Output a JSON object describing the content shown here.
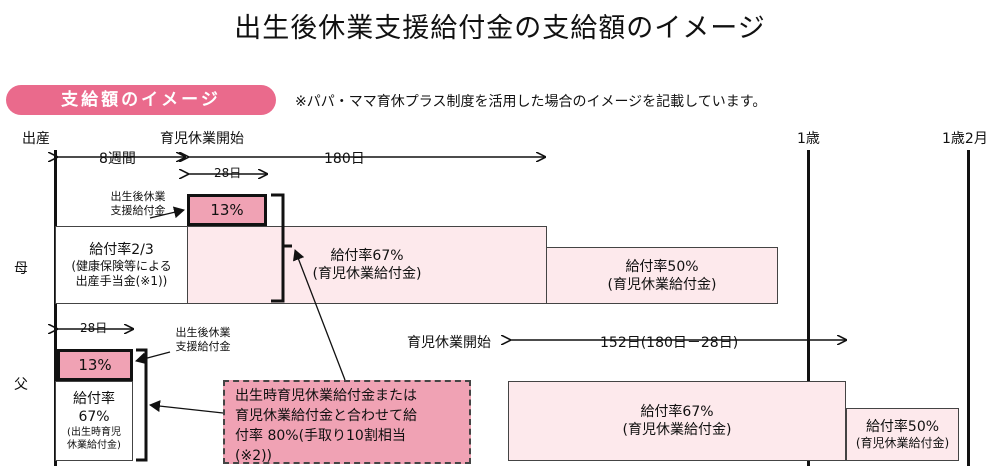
{
  "title": "出生後休業支援給付金の支給額のイメージ",
  "badge": "支給額のイメージ",
  "note": "※パパ・ママ育休プラス制度を活用した場合のイメージを記載しています。",
  "timeline": {
    "birth": "出産",
    "leave_start": "育児休業開始",
    "age1": "1歳",
    "age1_2m": "1歳2月",
    "weeks8": "8週間",
    "days180": "180日",
    "days28_mother": "28日",
    "days28_father": "28日",
    "days152": "152日(180日－28日)",
    "father_leave_start": "育児休業開始"
  },
  "rows": {
    "mother": "母",
    "father": "父"
  },
  "mother": {
    "sub_label_line1": "出生後休業",
    "sub_label_line2": "支援給付金",
    "pct13": "13%",
    "maternity_rate": "給付率2/3",
    "maternity_note1": "(健康保険等による",
    "maternity_note2": "出産手当金(※1))",
    "rate67": "給付率67%",
    "rate67_sub": "(育児休業給付金)",
    "rate50": "給付率50%",
    "rate50_sub": "(育児休業給付金)"
  },
  "father": {
    "sub_label_line1": "出生後休業",
    "sub_label_line2": "支援給付金",
    "pct13": "13%",
    "rate_line1": "給付率",
    "rate_line2": "67%",
    "rate_note1": "(出生時育児",
    "rate_note2": "休業給付金)",
    "rate67": "給付率67%",
    "rate67_sub": "(育児休業給付金)",
    "rate50": "給付率50%",
    "rate50_sub": "(育児休業給付金)"
  },
  "callout": {
    "line1": "出生時育児休業給付金または",
    "line2": "育児休業給付金と合わせて給",
    "line3": "付率 80%(手取り10割相当",
    "line4": "(※2))"
  }
}
